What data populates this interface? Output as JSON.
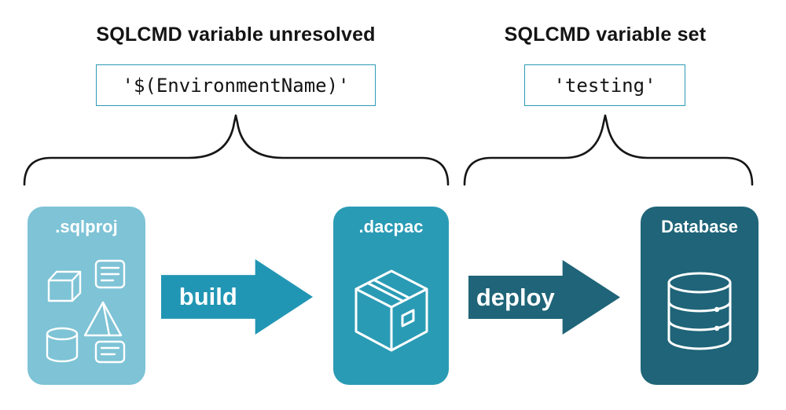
{
  "left_section": {
    "heading": "SQLCMD variable unresolved",
    "code": "'$(EnvironmentName)'"
  },
  "right_section": {
    "heading": "SQLCMD variable set",
    "code": "'testing'"
  },
  "pipeline": {
    "sqlproj_label": ".sqlproj",
    "dacpac_label": ".dacpac",
    "database_label": "Database",
    "build_label": "build",
    "deploy_label": "deploy"
  },
  "icons": {
    "sqlproj": [
      "cube-icon",
      "script-icon",
      "pyramid-icon",
      "cylinder-icon",
      "script-icon"
    ],
    "dacpac": "package-box-icon",
    "database": "database-cylinder-icon"
  },
  "colors": {
    "sqlproj_bg": "#7EC3D6",
    "dacpac_bg": "#2A9BB5",
    "database_bg": "#1F6478",
    "build_arrow": "#2196B4",
    "deploy_arrow": "#1F6478",
    "code_box_border": "#2E9BB5",
    "heading_text": "#141414",
    "brace_stroke": "#161616"
  }
}
